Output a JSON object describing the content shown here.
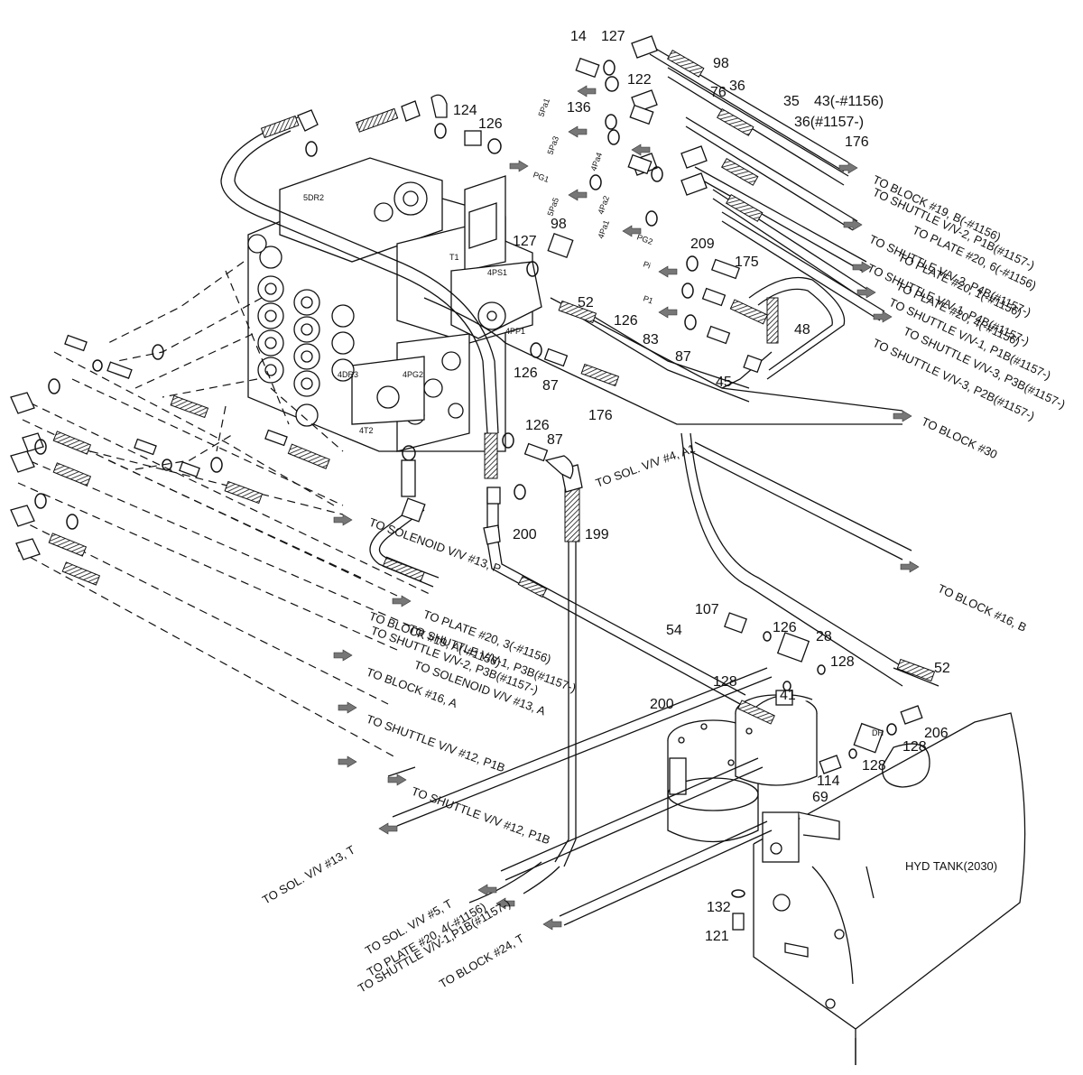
{
  "part_numbers": [
    {
      "id": "n14",
      "label": "14"
    },
    {
      "id": "n127a",
      "label": "127"
    },
    {
      "id": "n98a",
      "label": "98"
    },
    {
      "id": "n76",
      "label": "76"
    },
    {
      "id": "n36a",
      "label": "36"
    },
    {
      "id": "n35",
      "label": "35"
    },
    {
      "id": "n43",
      "label": "43(-#1156)"
    },
    {
      "id": "n36b",
      "label": "36(#1157-)"
    },
    {
      "id": "n176a",
      "label": "176"
    },
    {
      "id": "n122",
      "label": "122"
    },
    {
      "id": "n136",
      "label": "136"
    },
    {
      "id": "n124",
      "label": "124"
    },
    {
      "id": "n126a",
      "label": "126"
    },
    {
      "id": "n98b",
      "label": "98"
    },
    {
      "id": "n127b",
      "label": "127"
    },
    {
      "id": "n209",
      "label": "209"
    },
    {
      "id": "n175",
      "label": "175"
    },
    {
      "id": "n52a",
      "label": "52"
    },
    {
      "id": "n48",
      "label": "48"
    },
    {
      "id": "n126b",
      "label": "126"
    },
    {
      "id": "n83",
      "label": "83"
    },
    {
      "id": "n87a",
      "label": "87"
    },
    {
      "id": "n45",
      "label": "45"
    },
    {
      "id": "n126c",
      "label": "126"
    },
    {
      "id": "n87b",
      "label": "87"
    },
    {
      "id": "n176b",
      "label": "176"
    },
    {
      "id": "n126d",
      "label": "126"
    },
    {
      "id": "n87c",
      "label": "87"
    },
    {
      "id": "n200a",
      "label": "200"
    },
    {
      "id": "n199",
      "label": "199"
    },
    {
      "id": "n107",
      "label": "107"
    },
    {
      "id": "n126e",
      "label": "126"
    },
    {
      "id": "n28",
      "label": "28"
    },
    {
      "id": "n54",
      "label": "54"
    },
    {
      "id": "n128a",
      "label": "128"
    },
    {
      "id": "n128b",
      "label": "128"
    },
    {
      "id": "n41",
      "label": "41"
    },
    {
      "id": "n52b",
      "label": "52"
    },
    {
      "id": "n200b",
      "label": "200"
    },
    {
      "id": "n206",
      "label": "206"
    },
    {
      "id": "n128c",
      "label": "128"
    },
    {
      "id": "n128d",
      "label": "128"
    },
    {
      "id": "n114",
      "label": "114"
    },
    {
      "id": "n69",
      "label": "69"
    },
    {
      "id": "n132",
      "label": "132"
    },
    {
      "id": "n121",
      "label": "121"
    }
  ],
  "port_tags": [
    {
      "id": "t_5pa1",
      "label": "5Pa1"
    },
    {
      "id": "t_5pa3",
      "label": "5Pa3"
    },
    {
      "id": "t_4pa4",
      "label": "4Pa4"
    },
    {
      "id": "t_5pa5",
      "label": "5Pa5"
    },
    {
      "id": "t_4pa2",
      "label": "4Pa2"
    },
    {
      "id": "t_4pa1",
      "label": "4Pa1"
    },
    {
      "id": "t_pg1",
      "label": "PG1"
    },
    {
      "id": "t_pg2",
      "label": "PG2"
    },
    {
      "id": "t_pi",
      "label": "Pi"
    },
    {
      "id": "t_p1",
      "label": "P1"
    },
    {
      "id": "t_5dr2",
      "label": "5DR2"
    },
    {
      "id": "t_t1",
      "label": "T1"
    },
    {
      "id": "t_4pp1",
      "label": "4PP1"
    },
    {
      "id": "t_4ps1",
      "label": "4PS1"
    },
    {
      "id": "t_4dr3",
      "label": "4DR3"
    },
    {
      "id": "t_4pg2",
      "label": "4PG2"
    },
    {
      "id": "t_4t2",
      "label": "4T2"
    },
    {
      "id": "t_dh",
      "label": "DH"
    }
  ],
  "destinations": [
    {
      "id": "d1",
      "label": "TO BLOCK #19, B(-#1156)"
    },
    {
      "id": "d2",
      "label": "TO SHUTTLE V/V-2, P1B(#1157-)"
    },
    {
      "id": "d3",
      "label": "TO PLATE #20, 6(-#1156)"
    },
    {
      "id": "d4",
      "label": "TO SHUTTLE V/V-2, P4B(#1157-)"
    },
    {
      "id": "d5",
      "label": "TO PLATE #20, 1(-#1156)"
    },
    {
      "id": "d6",
      "label": "TO SHUTTLE V/V-1, P4B(#1157-)"
    },
    {
      "id": "d7",
      "label": "TO PLATE #20, 4(-#1156)"
    },
    {
      "id": "d8",
      "label": "TO SHUTTLE V/V-1, P1B(#1157-)"
    },
    {
      "id": "d9",
      "label": "TO SHUTTLE V/V-3, P3B(#1157-)"
    },
    {
      "id": "d10",
      "label": "TO SHUTTLE V/V-3, P2B(#1157-)"
    },
    {
      "id": "d11",
      "label": "TO BLOCK #30"
    },
    {
      "id": "d12",
      "label": "TO SOL. V/V #4, A1"
    },
    {
      "id": "d13",
      "label": "TO BLOCK #16, B"
    },
    {
      "id": "d14",
      "label": "TO SOLENOID V/V #13, P"
    },
    {
      "id": "d15",
      "label": "TO PLATE #20, 3(-#1156)"
    },
    {
      "id": "d16",
      "label": "TO SHUTTLE V/V-1, P3B(#1157-)"
    },
    {
      "id": "d17",
      "label": "TO BLOCK #19, A(-#1156)"
    },
    {
      "id": "d18",
      "label": "TO SHUTTLE V/V-2, P3B(#1157-)"
    },
    {
      "id": "d19",
      "label": "TO SOLENOID V/V #13, A"
    },
    {
      "id": "d20",
      "label": "TO BLOCK #16, A"
    },
    {
      "id": "d21",
      "label": "TO SHUTTLE V/V #12, P1B"
    },
    {
      "id": "d22",
      "label": "TO SHUTTLE V/V #12, P1B"
    },
    {
      "id": "d23",
      "label": "TO SOL. V/V #13, T"
    },
    {
      "id": "d24",
      "label": "TO SOL. V/V #5, T"
    },
    {
      "id": "d25",
      "label": "TO PLATE #20, 4(-#1156)"
    },
    {
      "id": "d26",
      "label": "TO SHUTTLE V/V-1,P1B(#1157-)"
    },
    {
      "id": "d27",
      "label": "TO BLOCK #24, T"
    }
  ],
  "tank_label": "HYD TANK(2030)"
}
